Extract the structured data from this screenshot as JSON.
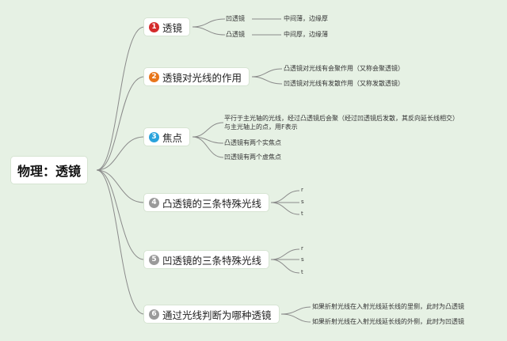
{
  "root": {
    "label": "物理：透镜"
  },
  "topics": [
    {
      "num": "1",
      "color": "#d42b2b",
      "label": "透镜",
      "leaves": [
        "凹透镜",
        "中间薄，边缘厚",
        "凸透镜",
        "中间厚，边缘薄"
      ]
    },
    {
      "num": "2",
      "color": "#e8761c",
      "label": "透镜对光线的作用",
      "leaves": [
        "凸透镜对光线有会聚作用（又称会聚透镜）",
        "凹透镜对光线有发散作用（又称发散透镜）"
      ]
    },
    {
      "num": "3",
      "color": "#2aa3dc",
      "label": "焦点",
      "leaves": [
        "平行于主光轴的光线，经过凸透镜后会聚（经过凹透镜后发散，其反向延长线相交）与主光轴上的点，用F表示",
        "凸透镜有两个实焦点",
        "凹透镜有两个虚焦点"
      ]
    },
    {
      "num": "4",
      "color": "#9a9a9a",
      "label": "凸透镜的三条特殊光线",
      "leaves": [
        "r",
        "s",
        "t"
      ]
    },
    {
      "num": "5",
      "color": "#9a9a9a",
      "label": "凹透镜的三条特殊光线",
      "leaves": [
        "r",
        "s",
        "t"
      ]
    },
    {
      "num": "6",
      "color": "#9a9a9a",
      "label": "通过光线判断为哪种透镜",
      "leaves": [
        "如果折射光线在入射光线延长线的里侧，此时为凸透镜",
        "如果折射光线在入射光线延长线的外侧，此时为凹透镜"
      ]
    }
  ]
}
